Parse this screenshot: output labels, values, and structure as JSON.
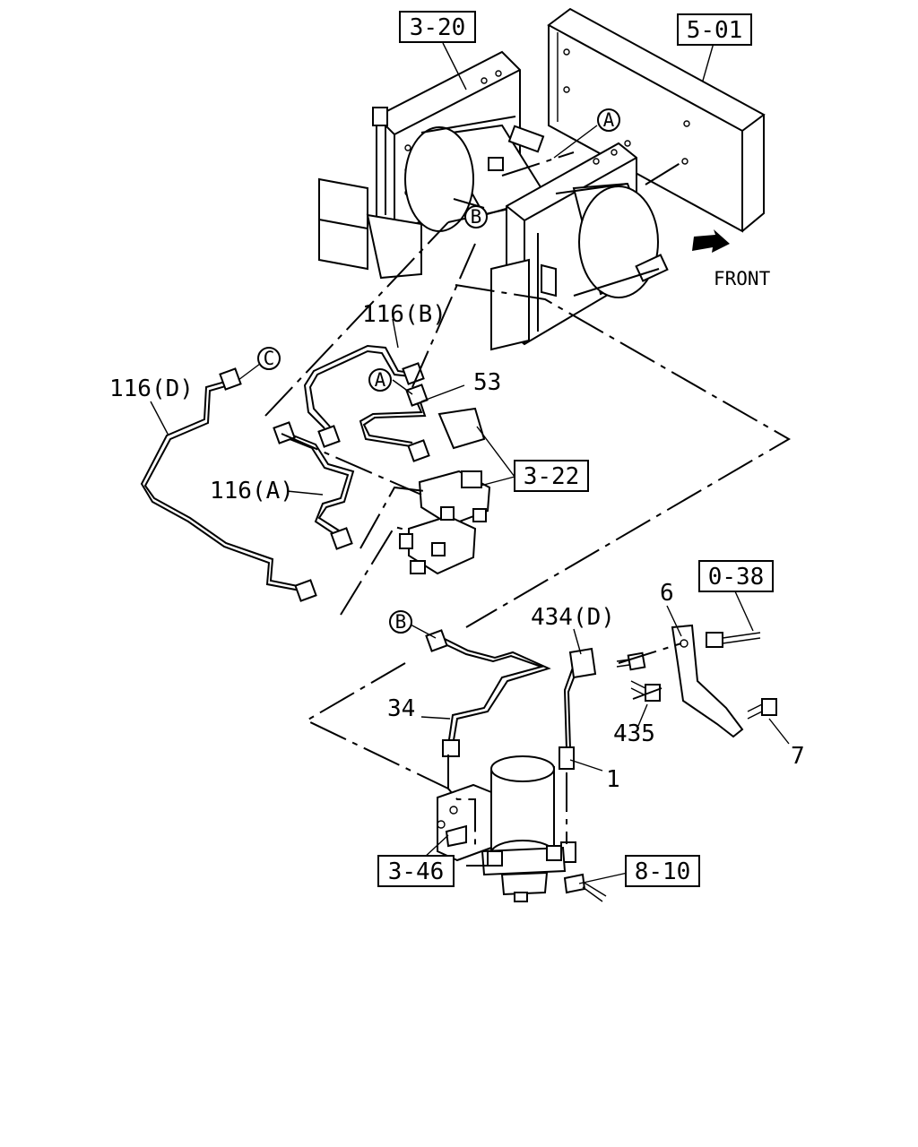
{
  "callout_boxes": {
    "box_3_20": "3-20",
    "box_5_01": "5-01",
    "box_3_22": "3-22",
    "box_0_38": "0-38",
    "box_3_46": "3-46",
    "box_8_10": "8-10"
  },
  "part_labels": {
    "p116b": "116(B)",
    "p116d": "116(D)",
    "p116a": "116(A)",
    "p53": "53",
    "p434d": "434(D)",
    "p6": "6",
    "p34": "34",
    "p435": "435",
    "p7": "7",
    "p1": "1"
  },
  "circle_markers": {
    "a_top": "A",
    "b_top": "B",
    "c_mid": "C",
    "a_mid": "A",
    "b_low": "B"
  },
  "direction": {
    "front_label": "FRONT"
  }
}
